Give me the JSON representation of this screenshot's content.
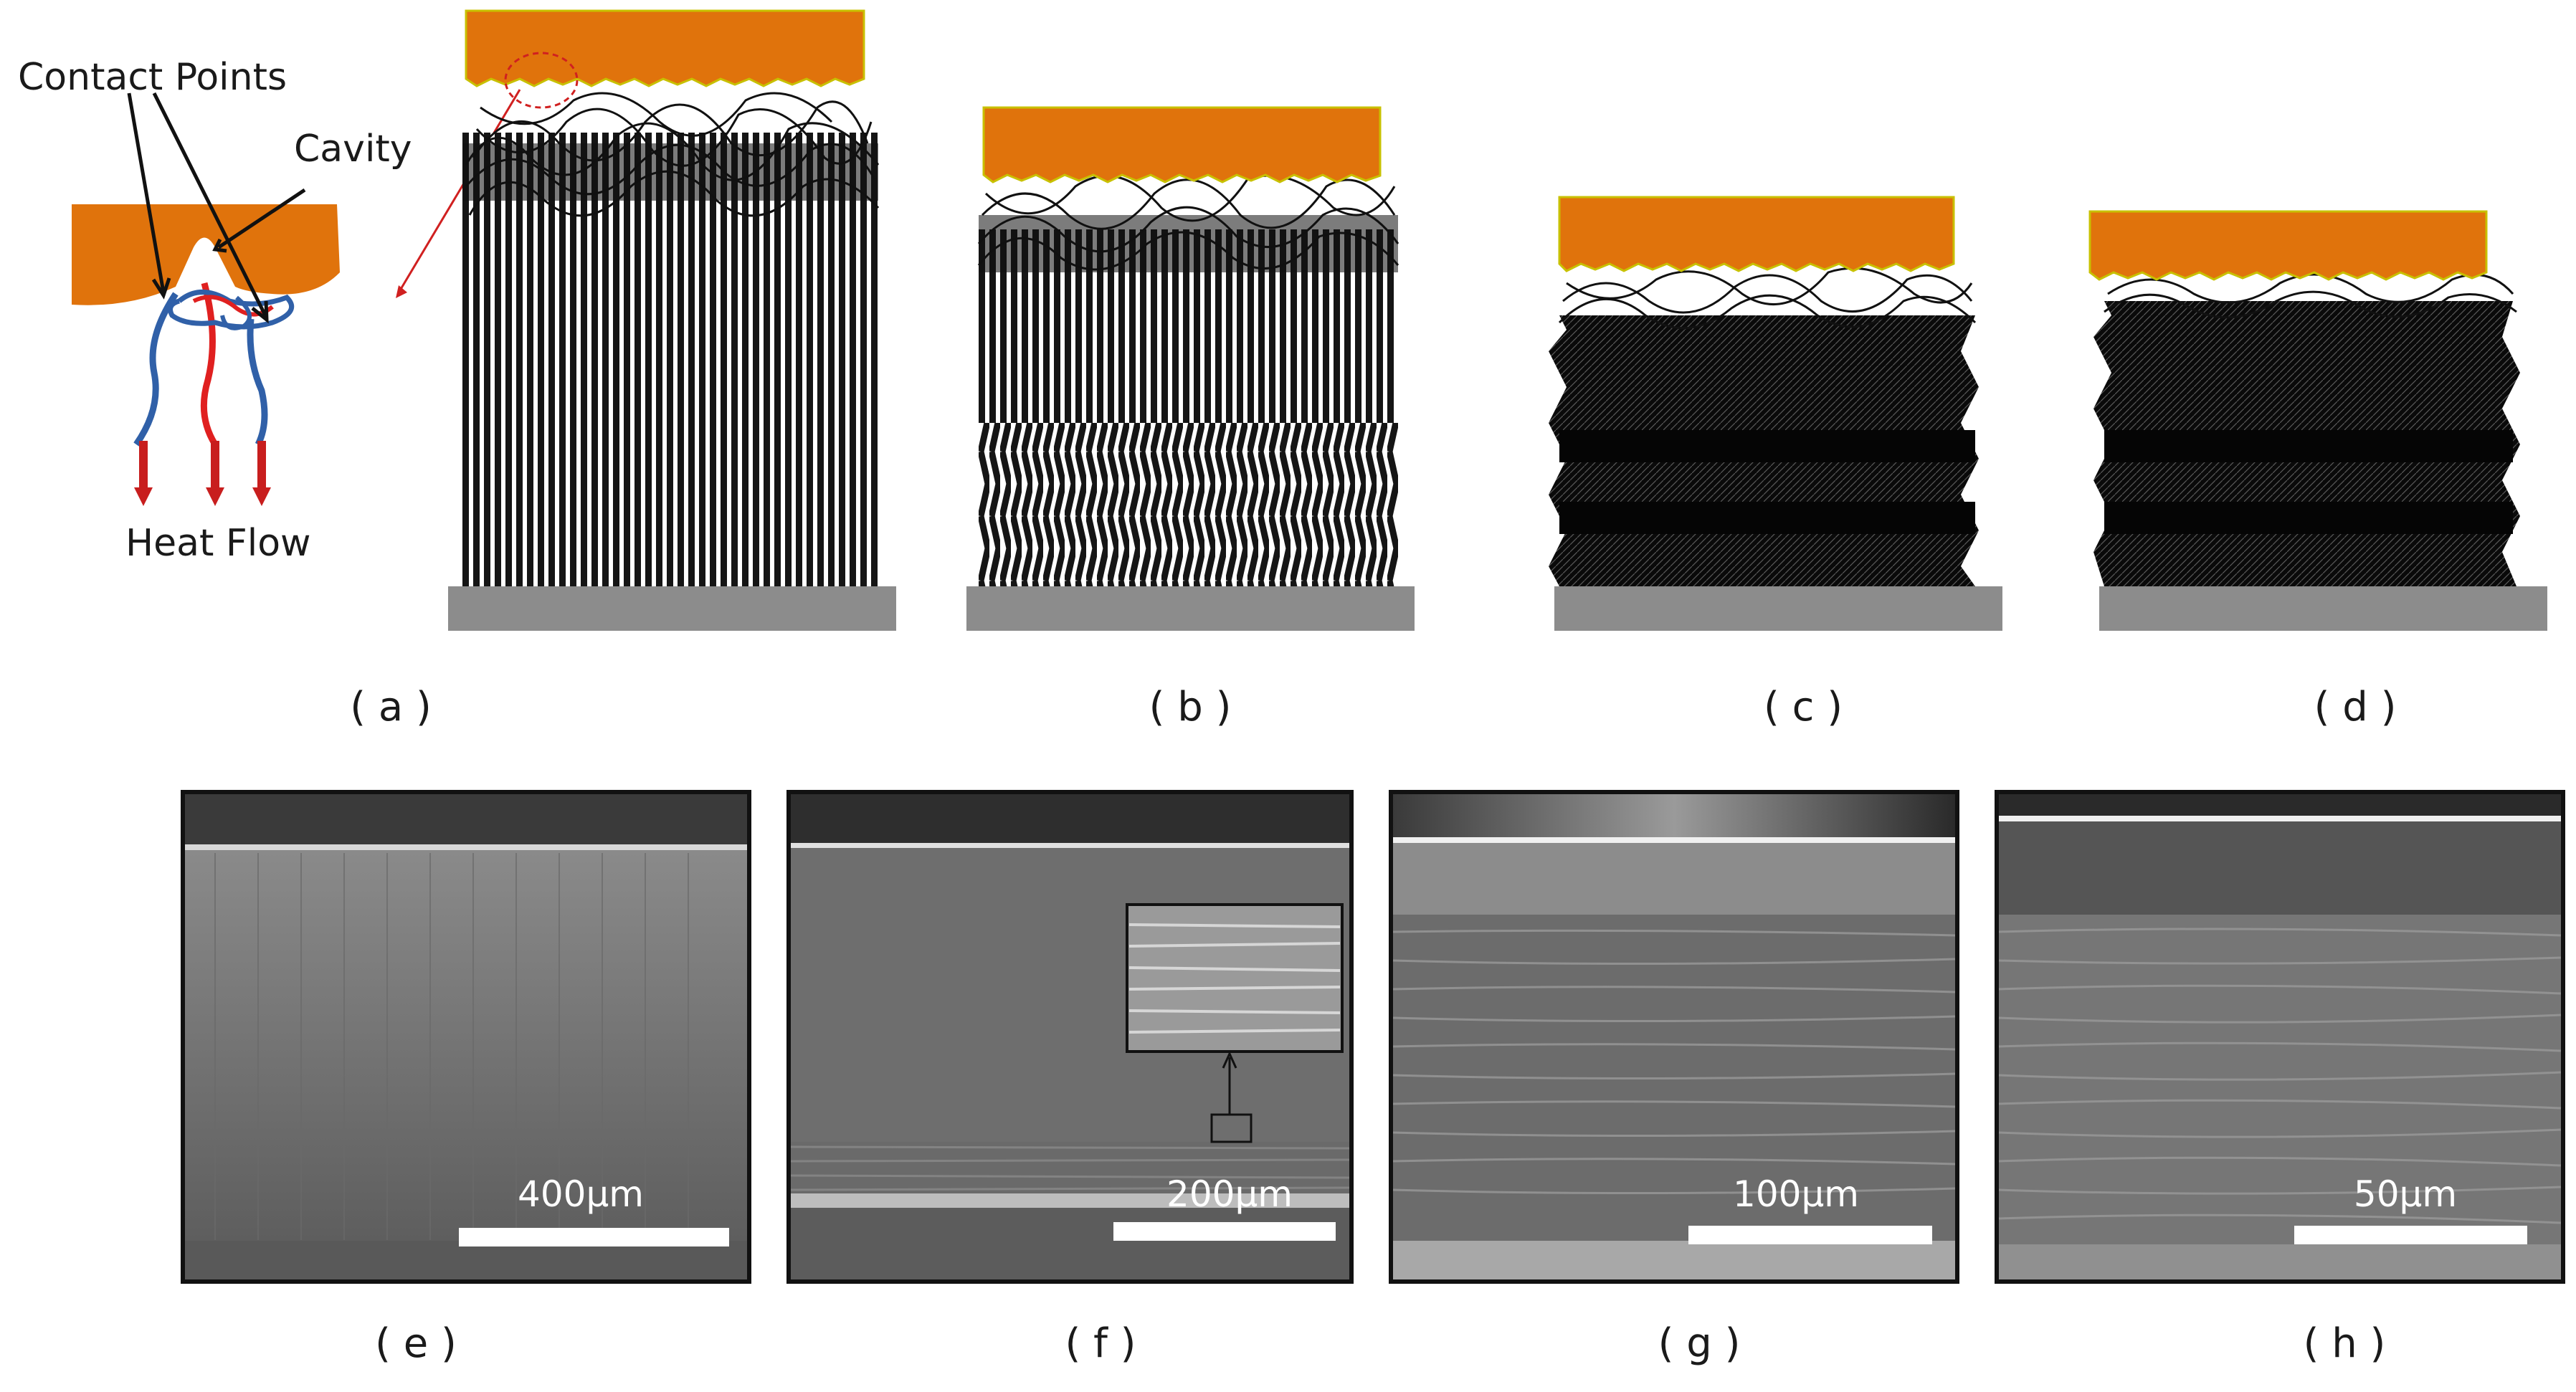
{
  "figure": {
    "colors": {
      "heat_sink": "#e0730c",
      "heat_sink_edge": "#c8c000",
      "substrate": "#8c8c8c",
      "fiber": "#111111",
      "contact_blue": "#3060a8",
      "contact_red": "#e02020",
      "arrow_red": "#c81e1e",
      "sem_frame": "#111111"
    },
    "inset": {
      "contact_points_label": "Contact Points",
      "cavity_label": "Cavity",
      "heat_flow_label": "Heat Flow"
    },
    "panels": {
      "a": {
        "label": "( a )"
      },
      "b": {
        "label": "( b )"
      },
      "c": {
        "label": "( c )"
      },
      "d": {
        "label": "( d )"
      },
      "e": {
        "label": "( e )",
        "scale_bar": "400μm"
      },
      "f": {
        "label": "( f )",
        "scale_bar": "200μm"
      },
      "g": {
        "label": "( g )",
        "scale_bar": "100μm"
      },
      "h": {
        "label": "( h )",
        "scale_bar": "50μm"
      }
    }
  }
}
